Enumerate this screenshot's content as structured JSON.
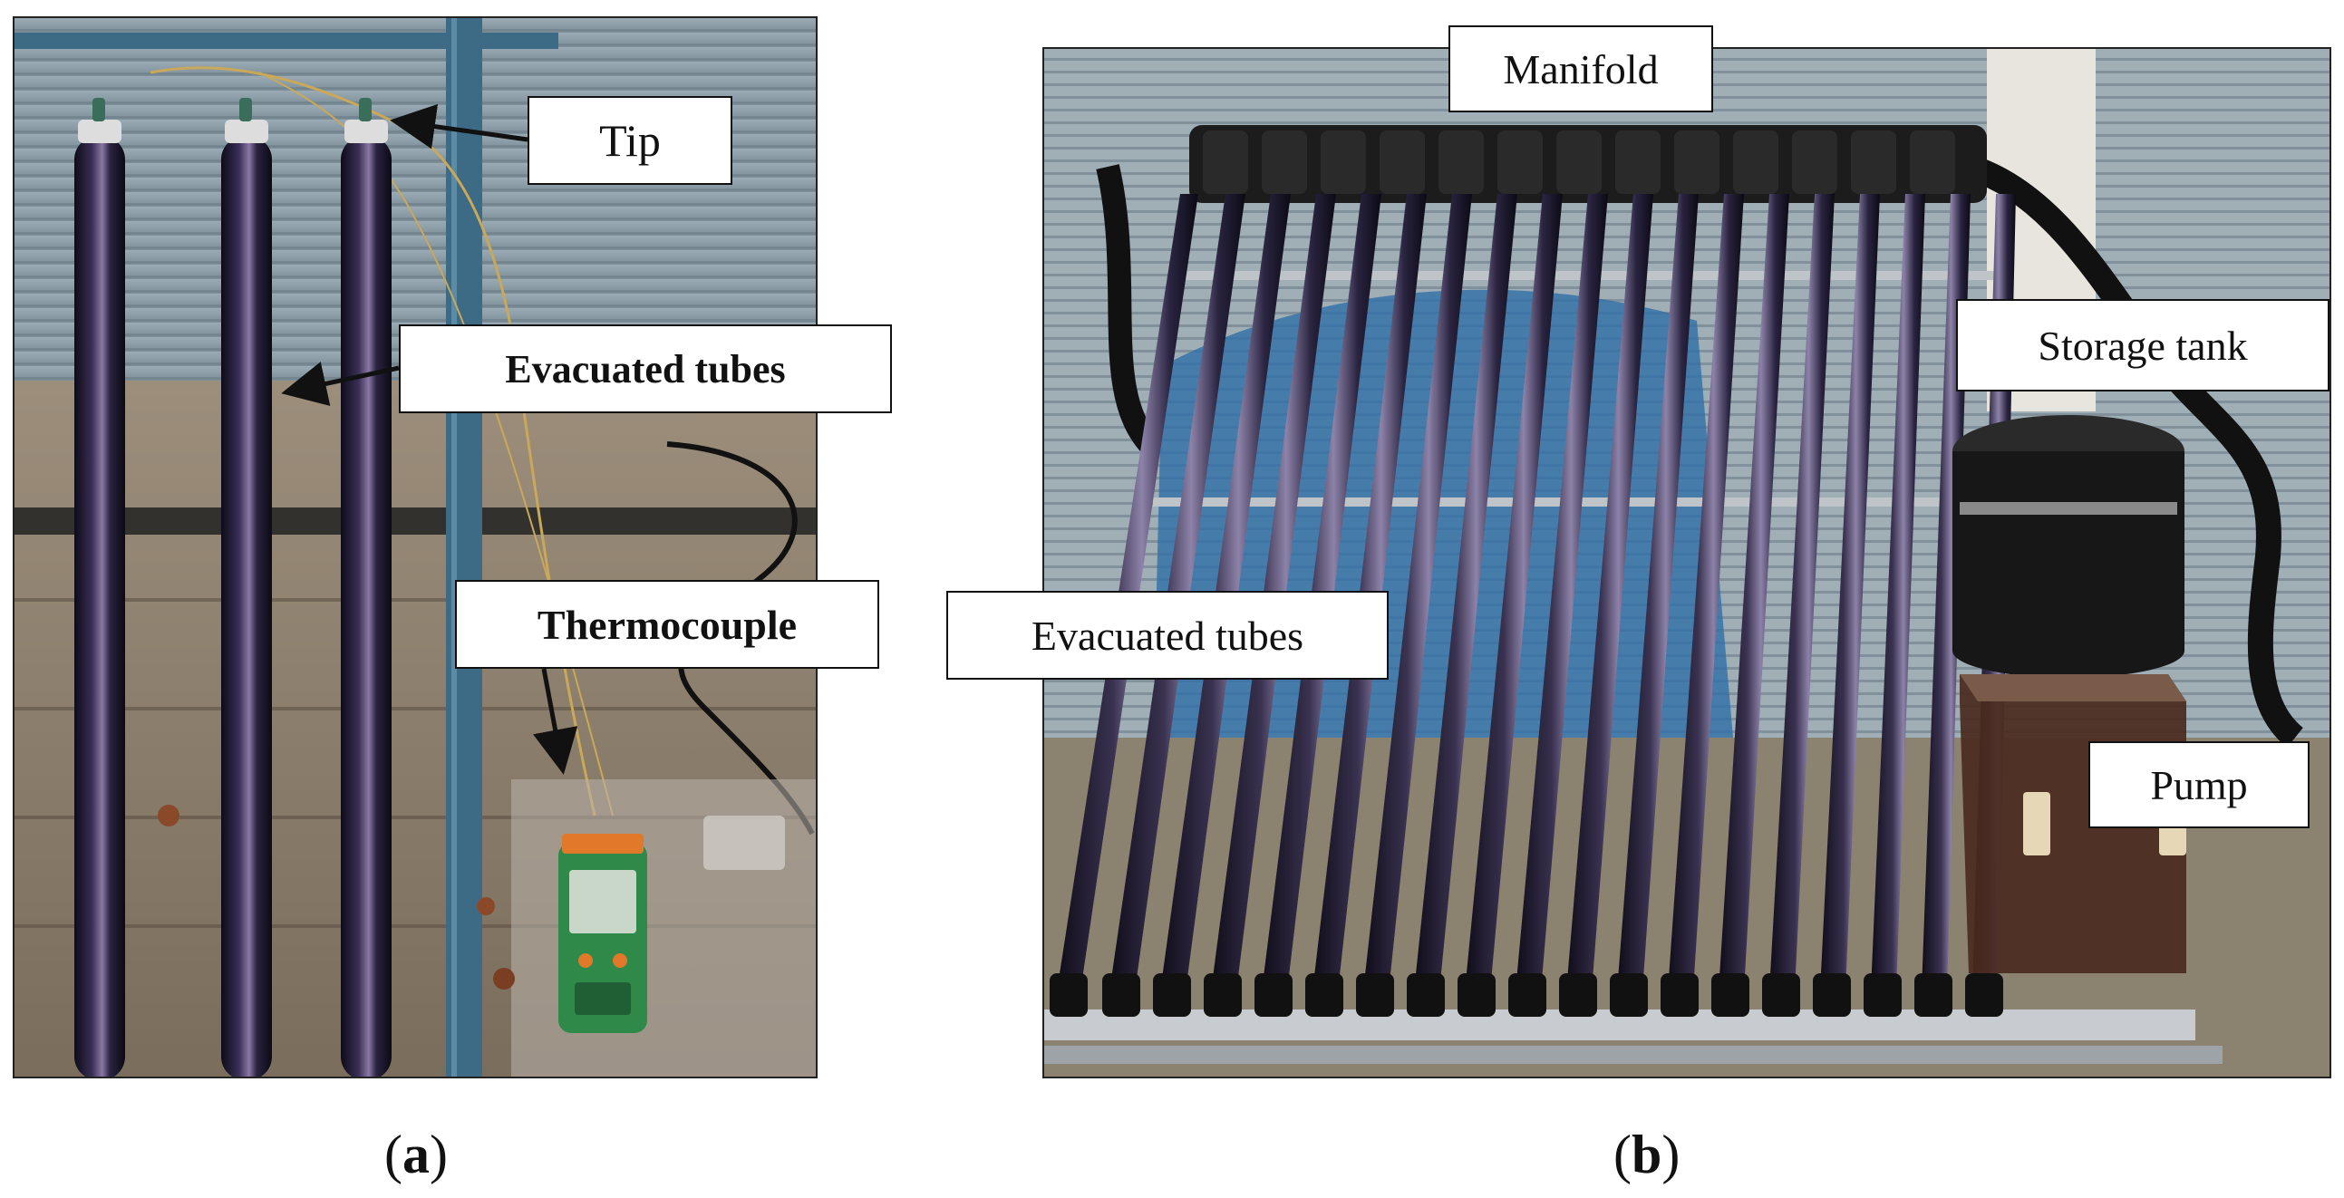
{
  "panel_a": {
    "labels": {
      "tip": "Tip",
      "evacuated_tubes": "Evacuated tubes",
      "thermocouple": "Thermocouple"
    },
    "caption": {
      "open": "(",
      "letter": "a",
      "close": ")"
    }
  },
  "panel_b": {
    "labels": {
      "manifold": "Manifold",
      "storage_tank": "Storage tank",
      "evacuated_tubes": "Evacuated tubes",
      "pump": "Pump"
    },
    "caption": {
      "open": "(",
      "letter": "b",
      "close": ")"
    }
  },
  "colors": {
    "shutter": "#8a9aa4",
    "tube_dark": "#151325",
    "tube_highlight": "#6e5f86",
    "post_blue": "#3d6b86",
    "floor": "#8c7e6c",
    "foam": "#1c1c1c",
    "meter_green": "#2f8a4a",
    "meter_orange": "#e07a2a",
    "tank_brown": "#4a2a1e"
  }
}
